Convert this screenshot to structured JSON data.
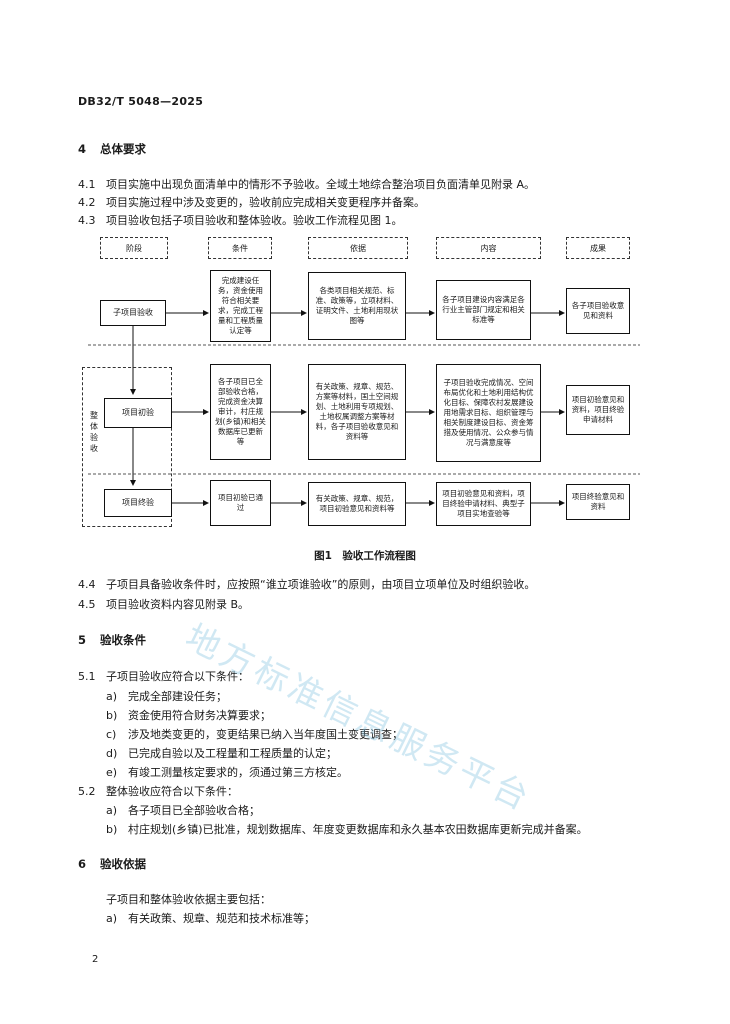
{
  "header": {
    "code": "DB32/T 5048—2025"
  },
  "section4": {
    "number": "4",
    "title": "总体要求",
    "items": [
      {
        "n": "4.1",
        "text": "项目实施中出现负面清单中的情形不予验收。全域土地综合整治项目负面清单见附录 A。"
      },
      {
        "n": "4.2",
        "text": "项目实施过程中涉及变更的，验收前应完成相关变更程序并备案。"
      },
      {
        "n": "4.3",
        "text": "项目验收包括子项目验收和整体验收。验收工作流程见图 1。"
      }
    ]
  },
  "flowchart": {
    "columns": [
      "阶段",
      "条件",
      "依据",
      "内容",
      "成果"
    ],
    "stages": [
      "子项目验收",
      "项目初验",
      "项目终验"
    ],
    "overall_label": "整体验收",
    "conditions": [
      "完成建设任务，资金使用符合相关要求，完成工程量和工程质量认定等",
      "各子项目已全部验收合格，完成资金决算审计，村庄规划(乡镇)和相关数据库已更新等",
      "项目初验已通过"
    ],
    "basis": [
      "各类项目相关规范、标准、政策等，立项材料、证明文件、土地利用现状图等",
      "有关政策、规章、规范、方案等材料，国土空间规划、土地利用专项规划、土地权属调整方案等材料，各子项目验收意见和资料等",
      "有关政策、规章、规范，项目初验意见和资料等"
    ],
    "contents": [
      "各子项目建设内容满足各行业主管部门规定和相关标准等",
      "子项目验收完成情况、空间布局优化和土地利用结构优化目标、保障农村发展建设用地需求目标、组织管理与相关制度建设目标、资金筹措及使用情况、公众参与情况与满意度等",
      "项目初验意见和资料，项目终验申请材料、典型子项目实地查验等"
    ],
    "results": [
      "各子项目验收意见和资料",
      "项目初验意见和资料，项目终验申请材料",
      "项目终验意见和资料"
    ],
    "caption": "图1　验收工作流程图"
  },
  "more4": [
    {
      "n": "4.4",
      "text": "子项目具备验收条件时，应按照“谁立项谁验收”的原则，由项目立项单位及时组织验收。"
    },
    {
      "n": "4.5",
      "text": "项目验收资料内容见附录 B。"
    }
  ],
  "section5": {
    "number": "5",
    "title": "验收条件",
    "sub1": {
      "n": "5.1",
      "text": "子项目验收应符合以下条件：",
      "items": [
        {
          "k": "a)",
          "text": "完成全部建设任务；"
        },
        {
          "k": "b)",
          "text": "资金使用符合财务决算要求；"
        },
        {
          "k": "c)",
          "text": "涉及地类变更的，变更结果已纳入当年度国土变更调查；"
        },
        {
          "k": "d)",
          "text": "已完成自验以及工程量和工程质量的认定；"
        },
        {
          "k": "e)",
          "text": "有竣工测量核定要求的，须通过第三方核定。"
        }
      ]
    },
    "sub2": {
      "n": "5.2",
      "text": "整体验收应符合以下条件：",
      "items": [
        {
          "k": "a)",
          "text": "各子项目已全部验收合格；"
        },
        {
          "k": "b)",
          "text": "村庄规划(乡镇)已批准，规划数据库、年度变更数据库和永久基本农田数据库更新完成并备案。"
        }
      ]
    }
  },
  "section6": {
    "number": "6",
    "title": "验收依据",
    "intro": "子项目和整体验收依据主要包括：",
    "items": [
      {
        "k": "a)",
        "text": "有关政策、规章、规范和技术标准等；"
      }
    ]
  },
  "watermark": "地方标准信息服务平台",
  "page_number": "2"
}
